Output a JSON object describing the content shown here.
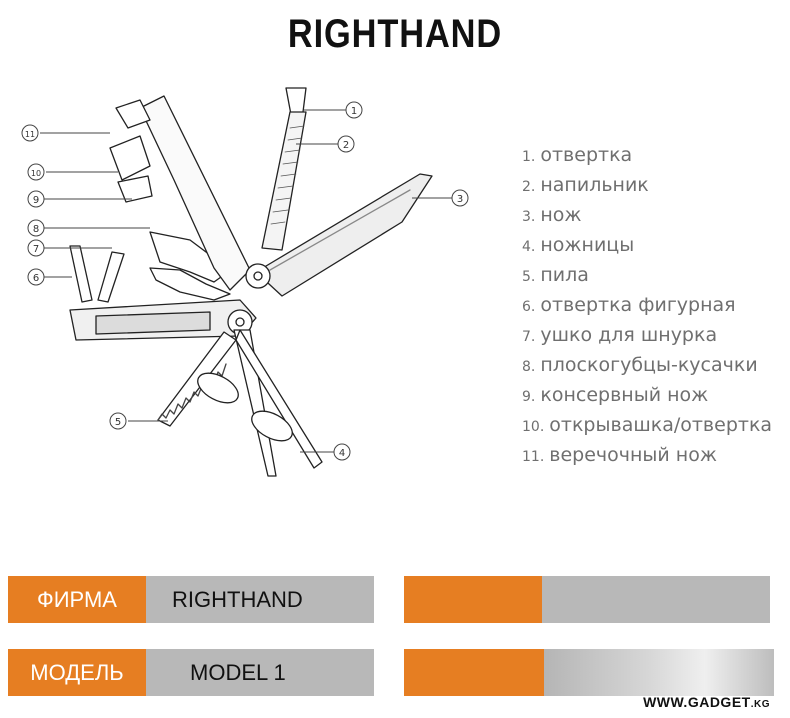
{
  "title": "RIGHTHAND",
  "callout_numbers": [
    "1",
    "2",
    "3",
    "4",
    "5",
    "6",
    "7",
    "8",
    "9",
    "10",
    "11"
  ],
  "legend": [
    {
      "num": "1.",
      "label": "отвертка"
    },
    {
      "num": "2.",
      "label": "напильник"
    },
    {
      "num": "3.",
      "label": "нож"
    },
    {
      "num": "4.",
      "label": "ножницы"
    },
    {
      "num": "5.",
      "label": "пила"
    },
    {
      "num": "6.",
      "label": "отвертка фигурная"
    },
    {
      "num": "7.",
      "label": "ушко для шнурка"
    },
    {
      "num": "8.",
      "label": "плоскогубцы-кусачки"
    },
    {
      "num": "9.",
      "label": "консервный нож"
    },
    {
      "num": "10.",
      "label": "открывашка/отвертка"
    },
    {
      "num": "11.",
      "label": "веречочный нож"
    }
  ],
  "specs": [
    {
      "key": "ФИРМА",
      "value": "RIGHTHAND"
    },
    {
      "key": "МОДЕЛЬ",
      "value": "MODEL 1"
    },
    {
      "key": "",
      "value": ""
    },
    {
      "key": "",
      "value": ""
    }
  ],
  "footer": {
    "site": "WWW.GADGET",
    "tld": ".KG"
  },
  "colors": {
    "accent": "#e67e22",
    "bar_gray": "#b8b8b8",
    "legend_text": "#6f6f6f"
  }
}
